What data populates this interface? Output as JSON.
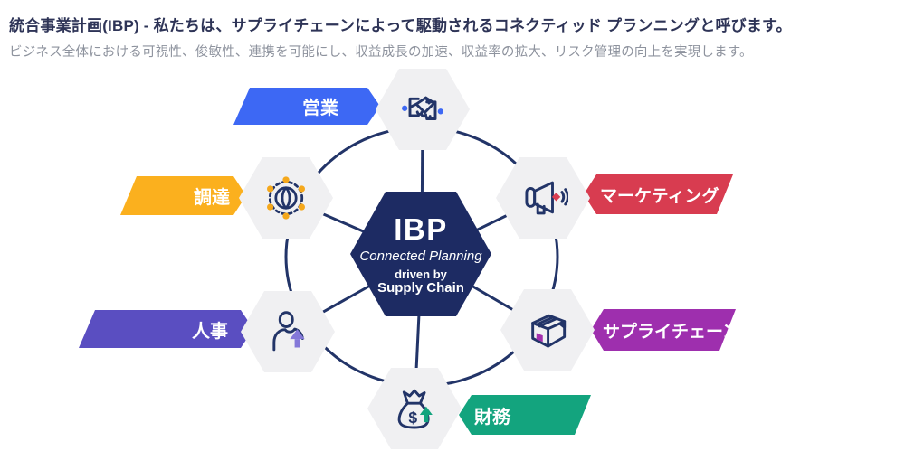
{
  "header": {
    "title": "統合事業計画(IBP) - 私たちは、サプライチェーンによって駆動されるコネクティッド プランニングと呼びます。",
    "subtitle": "ビジネス全体における可視性、俊敏性、連携を可能にし、収益成長の加速、収益率の拡大、リスク管理の向上を実現します。"
  },
  "center": {
    "acronym": "IBP",
    "line1": "Connected Planning",
    "line2": "driven by",
    "line3": "Supply Chain",
    "bg_color": "#1d2b63"
  },
  "departments": [
    {
      "id": "sales",
      "label": "営業",
      "color": "#3d68f4",
      "accent": "#3d68f4",
      "icon": "handshake-icon"
    },
    {
      "id": "procurement",
      "label": "調達",
      "color": "#fbb01e",
      "accent": "#f5a81c",
      "icon": "network-globe-icon"
    },
    {
      "id": "marketing",
      "label": "マーケティング",
      "color": "#d83c50",
      "accent": "#d83c50",
      "icon": "megaphone-icon"
    },
    {
      "id": "hr",
      "label": "人事",
      "color": "#5a4ec1",
      "accent": "#8478d8",
      "icon": "person-growth-icon"
    },
    {
      "id": "supply_chain",
      "label": "サプライチェーン",
      "color": "#9e2fae",
      "accent": "#a42fae",
      "icon": "package-box-icon"
    },
    {
      "id": "finance",
      "label": "財務",
      "color": "#13a47e",
      "accent": "#13a47e",
      "icon": "money-bag-icon"
    }
  ],
  "diagram": {
    "line_color": "#223468",
    "satellite_fill": "#f0f0f2"
  }
}
